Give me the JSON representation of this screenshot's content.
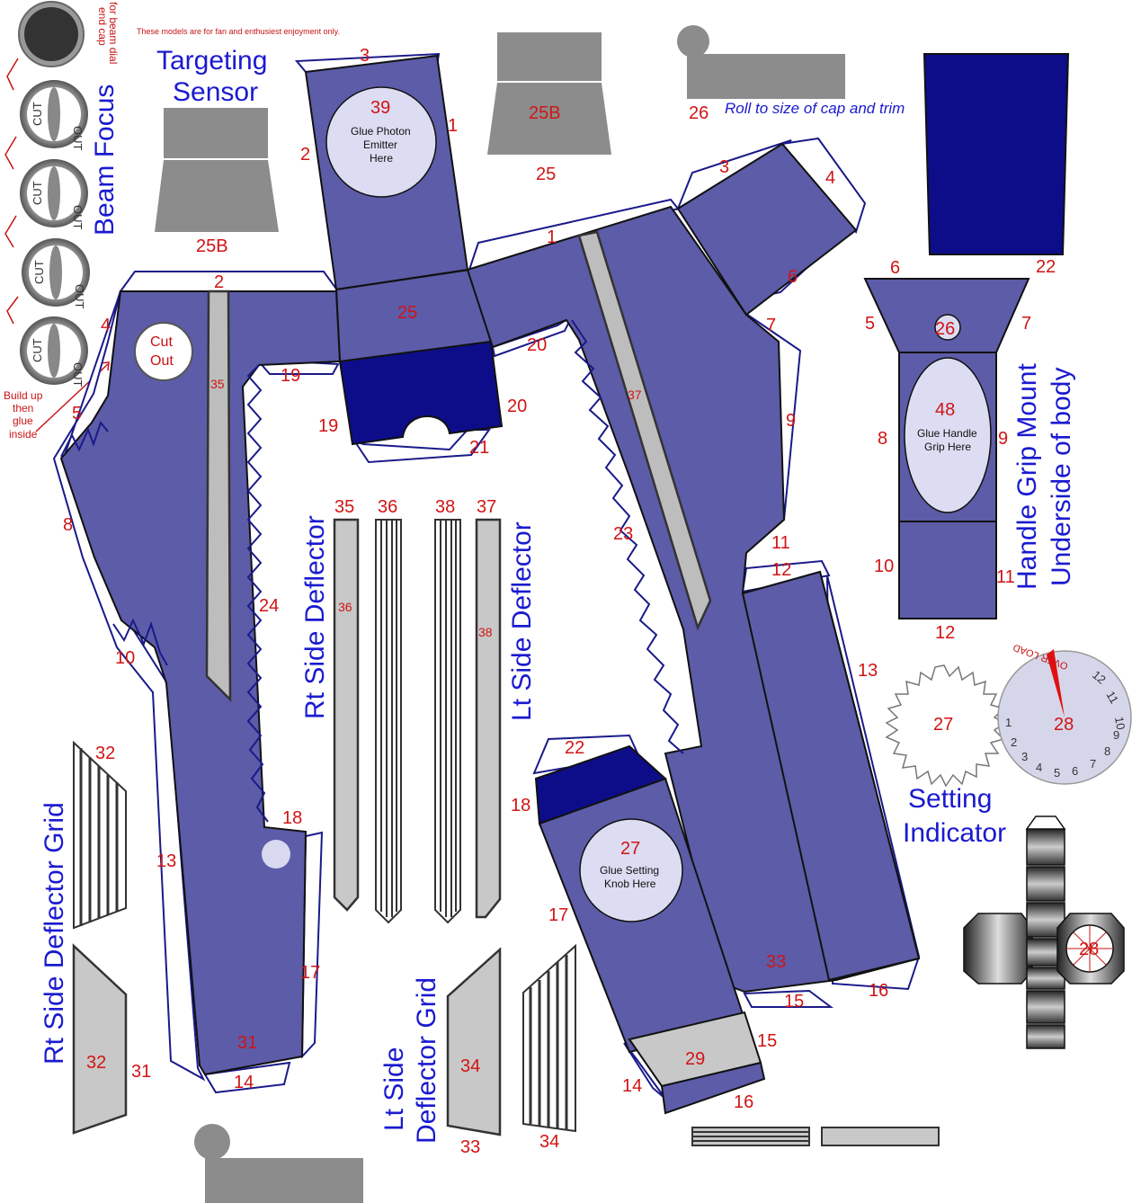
{
  "disclaimer": "These models are for fan and enthusiest enjoyment only.",
  "titles": {
    "targeting_sensor_1": "Targeting",
    "targeting_sensor_2": "Sensor",
    "beam_focus": "Beam Focus",
    "rt_side_deflector": "Rt Side Deflector",
    "lt_side_deflector": "Lt Side Deflector",
    "rt_side_deflector_grid": "Rt Side Deflector Grid",
    "lt_side_deflector_grid_1": "Lt Side",
    "lt_side_deflector_grid_2": "Deflector Grid",
    "handle_grip_mount_1": "Handle Grip Mount",
    "handle_grip_mount_2": "Underside of body",
    "setting_indicator_1": "Setting",
    "setting_indicator_2": "Indicator"
  },
  "notes": {
    "end_cap_1": "end cap",
    "end_cap_2": "for beam dial",
    "build_up_1": "Build up",
    "build_up_2": "then",
    "build_up_3": "glue",
    "build_up_4": "inside",
    "cut_out_1": "Cut",
    "cut_out_2": "Out",
    "roll_to_size": "Roll to size of cap and trim",
    "glue_photon_1": "Glue Photon",
    "glue_photon_2": "Emitter",
    "glue_photon_3": "Here",
    "glue_handle_1": "Glue Handle",
    "glue_handle_2": "Grip Here",
    "glue_setting_1": "Glue Setting",
    "glue_setting_2": "Knob Here",
    "dial_cut": "CUT",
    "dial_out": "OUT",
    "over_load": "OVER LOAD"
  },
  "parts": {
    "p2": "2",
    "p3": "3",
    "p1": "1",
    "p4": "4",
    "p5": "5",
    "p6": "6",
    "p7": "7",
    "p8": "8",
    "p9": "9",
    "p10": "10",
    "p11": "11",
    "p12": "12",
    "p13": "13",
    "p14": "14",
    "p15": "15",
    "p16": "16",
    "p17": "17",
    "p18": "18",
    "p19": "19",
    "p20": "20",
    "p21": "21",
    "p22": "22",
    "p23": "23",
    "p24": "24",
    "p25": "25",
    "p25b": "25B",
    "p26": "26",
    "p27": "27",
    "p28": "28",
    "p29": "29",
    "p31": "31",
    "p32": "32",
    "p33": "33",
    "p34": "34",
    "p35": "35",
    "p36": "36",
    "p37": "37",
    "p38": "38",
    "p39": "39",
    "p48": "48"
  },
  "dial_numbers": [
    "1",
    "2",
    "3",
    "4",
    "5",
    "6",
    "7",
    "8",
    "9",
    "10",
    "11",
    "12"
  ],
  "colors": {
    "body": "#5c5ca8",
    "dark_blue": "#0d0d8a",
    "label_red": "#d11414",
    "title_blue": "#1a1ad0",
    "gray": "#8c8c8c",
    "light_gray": "#c8c8c8"
  }
}
